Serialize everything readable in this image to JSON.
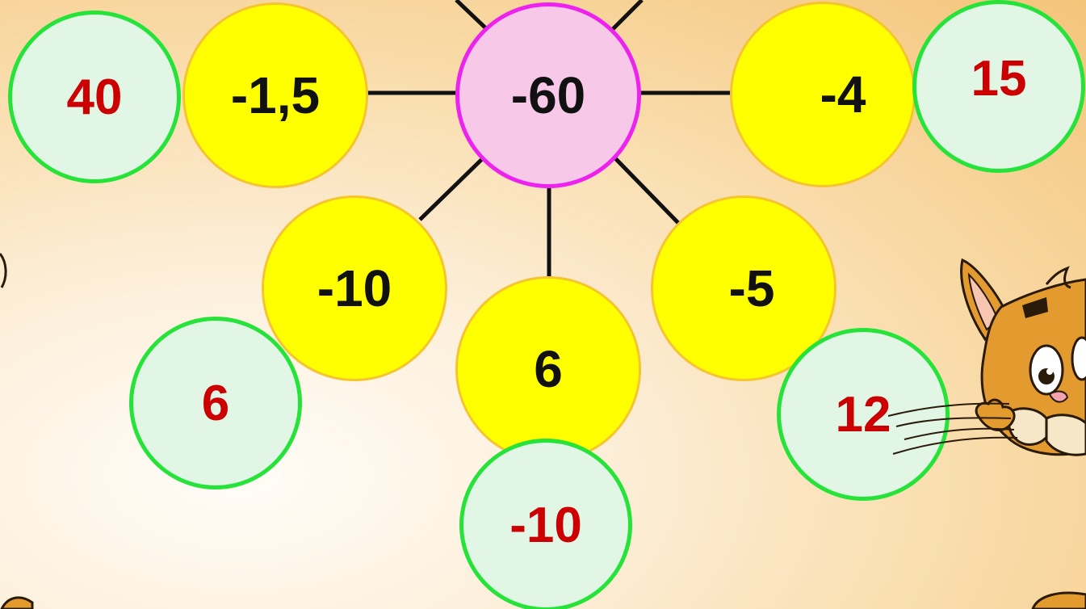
{
  "center": {
    "value": "-60"
  },
  "factors": [
    {
      "value": "-1,5"
    },
    {
      "value": "-4"
    },
    {
      "value": "-10"
    },
    {
      "value": "6"
    },
    {
      "value": "-5"
    }
  ],
  "answers": [
    {
      "value": "40"
    },
    {
      "value": "15"
    },
    {
      "value": "6"
    },
    {
      "value": "-10"
    },
    {
      "value": "12"
    }
  ],
  "colors": {
    "center_fill": "#f7c8e8",
    "center_border": "#ee22ee",
    "factor_fill": "#ffff00",
    "factor_border": "#f5c530",
    "answer_fill": "#e2f6e6",
    "answer_border": "#26e33a",
    "answer_text": "#cc0000",
    "connector": "#111111"
  },
  "decorations": [
    "cat-head-icon"
  ]
}
